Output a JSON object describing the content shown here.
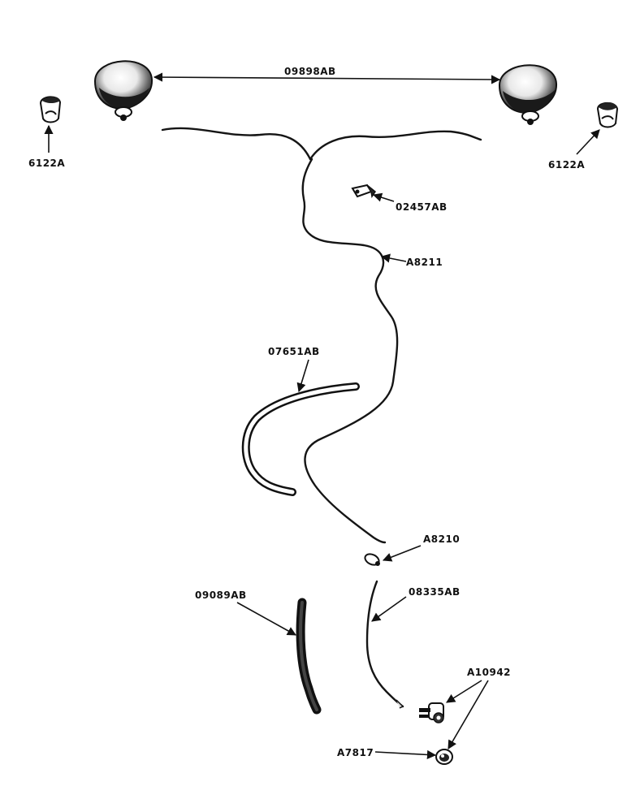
{
  "parts": {
    "lamp_pair": "09898AB",
    "bulb_left": "6122A",
    "bulb_right": "6122A",
    "clip": "02457AB",
    "harness": "A8211",
    "sleeve": "07651AB",
    "connector": "A8210",
    "lead_wire": "08335AB",
    "tube": "09089AB",
    "switch": "A10942",
    "knob": "A7817"
  },
  "colors": {
    "ink": "#141414",
    "background": "#ffffff"
  }
}
